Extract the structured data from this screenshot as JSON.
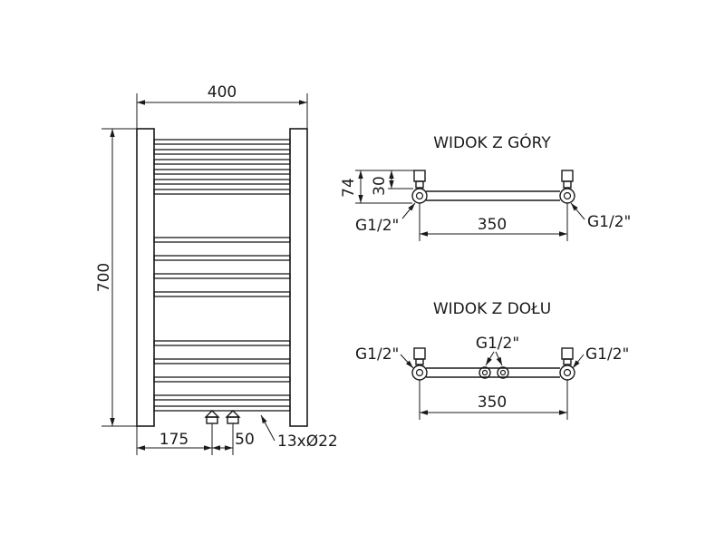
{
  "front_view": {
    "dim_width": "400",
    "dim_height": "700",
    "dim_offset": "175",
    "dim_spacing": "50",
    "tube_spec": "13xØ22"
  },
  "top_view": {
    "title": "WIDOK Z GÓRY",
    "dim_74": "74",
    "dim_30": "30",
    "dim_350": "350",
    "conn_left": "G1/2\"",
    "conn_right": "G1/2\""
  },
  "bottom_view": {
    "title": "WIDOK Z DOŁU",
    "conn_left": "G1/2\"",
    "conn_mid": "G1/2\"",
    "conn_right": "G1/2\"",
    "dim_350": "350"
  },
  "colors": {
    "line": "#1a1a1a",
    "background": "#ffffff"
  }
}
